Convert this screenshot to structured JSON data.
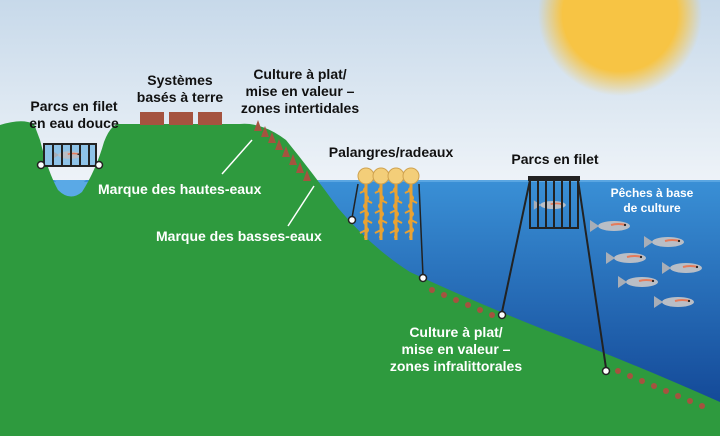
{
  "labels": {
    "freshwater_pens": [
      "Parcs en filet",
      "en eau douce"
    ],
    "land_based": [
      "Systèmes",
      "basés à terre"
    ],
    "intertidal": [
      "Culture à plat/",
      "mise en valeur –",
      "zones intertidales"
    ],
    "longlines": "Palangres/radeaux",
    "net_pens": "Parcs en filet",
    "high_water": "Marque des hautes-eaux",
    "low_water": "Marque des basses-eaux",
    "subtidal": [
      "Culture à plat/",
      "mise en valeur –",
      "zones infralittorales"
    ],
    "enhancement": [
      "Pêches à base",
      "de culture"
    ]
  },
  "colors": {
    "land": "#2e9a3e",
    "sky_top": "#c7d9ea",
    "sky_bottom": "#eef3f8",
    "sea_top": "#3a90d6",
    "sea_bottom": "#0e3f8f",
    "sun": "#f7c444",
    "tank": "#a5533f",
    "shell": "#a5533f",
    "buoy": "#f3ce79",
    "seaweed": "#e9a232",
    "cage": "#222222",
    "fish": "#b9bec6"
  }
}
